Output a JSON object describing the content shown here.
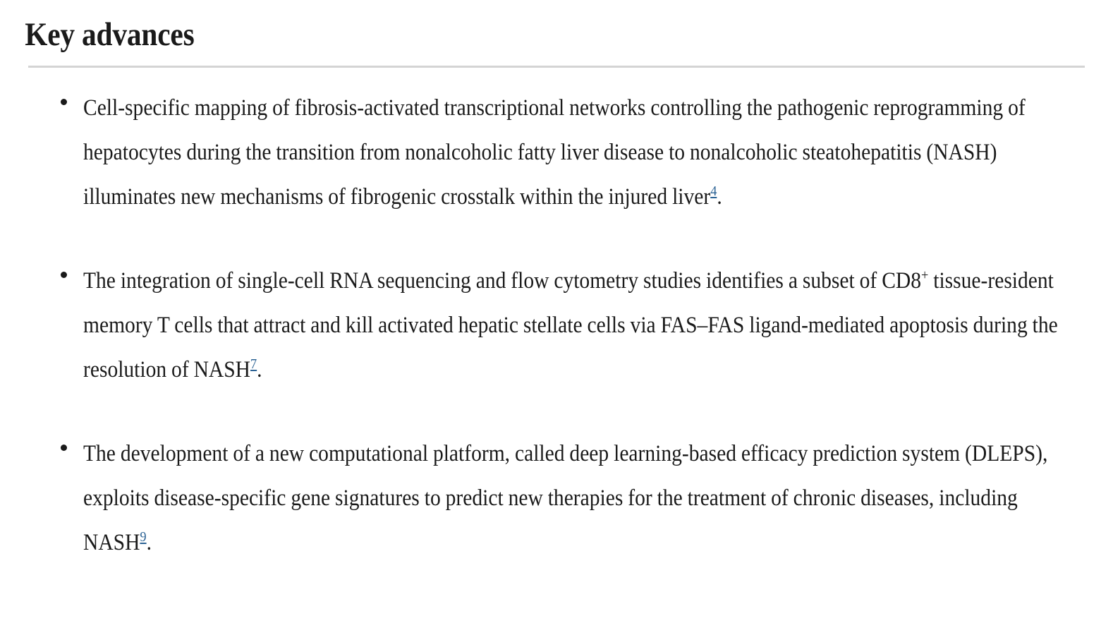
{
  "section": {
    "heading": "Key advances",
    "divider_color": "#d4d4d4",
    "text_color": "#1a1a1a",
    "link_color": "#2b6294"
  },
  "advances": [
    {
      "text_before_citation": "Cell-specific mapping of fibrosis-activated transcriptional networks controlling the pathogenic reprogramming of hepatocytes during the transition from nonalcoholic fatty liver disease to nonalcoholic steatohepatitis (NASH) illuminates new mechanisms of fibrogenic crosstalk within the injured liver",
      "citation": "4",
      "text_after_citation": "."
    },
    {
      "text_part_1": "The integration of single-cell RNA sequencing and flow cytometry studies identifies a subset of CD8",
      "superscript_plus": "+",
      "text_part_2": " tissue-resident memory T cells that attract and kill activated hepatic stellate cells via FAS–FAS ligand-mediated apoptosis during the resolution of NASH",
      "citation": "7",
      "text_after_citation": "."
    },
    {
      "text_before_citation": "The development of a new computational platform, called deep learning-based efficacy prediction system (DLEPS), exploits disease-specific gene signatures to predict new therapies for the treatment of chronic diseases, including NASH",
      "citation": "9",
      "text_after_citation": "."
    }
  ]
}
